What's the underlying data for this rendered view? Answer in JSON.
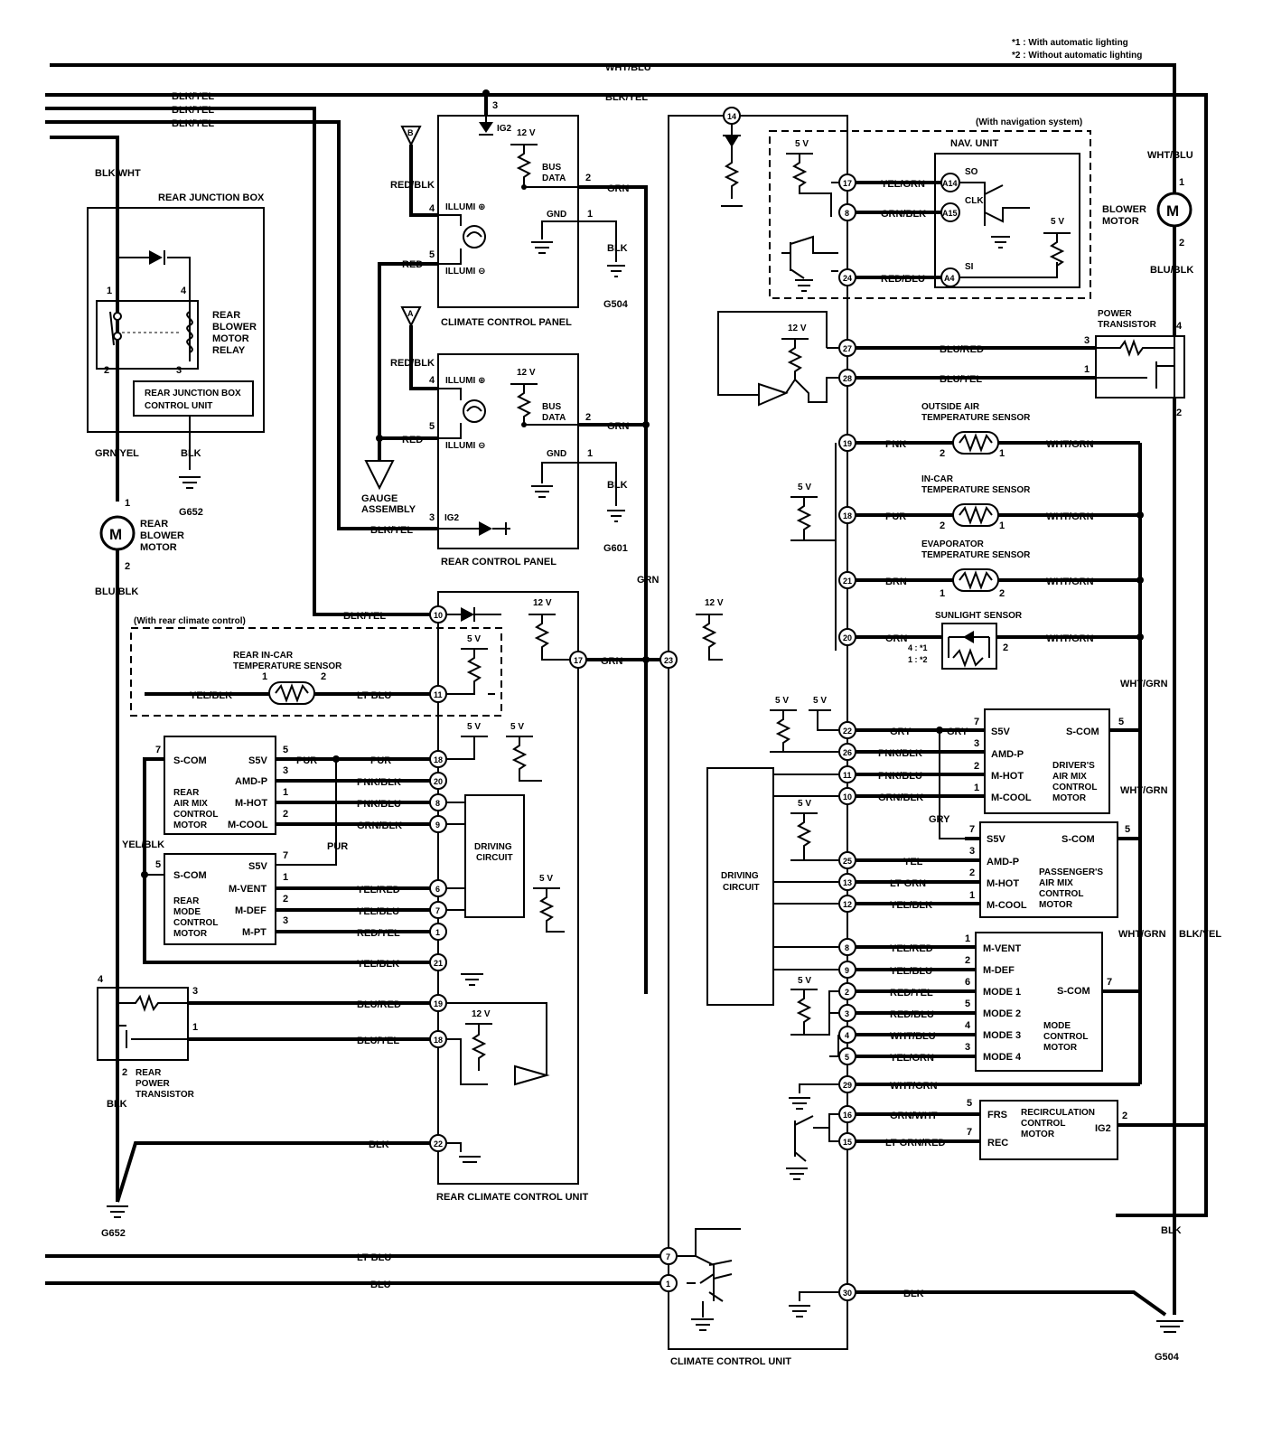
{
  "notes": [
    "*1 : With automatic lighting",
    "*2 : Without automatic lighting"
  ],
  "components": {
    "rear_junction_box": "REAR JUNCTION BOX",
    "relay": [
      "REAR",
      "BLOWER",
      "MOTOR",
      "RELAY"
    ],
    "jb_control_unit": [
      "REAR JUNCTION BOX",
      "CONTROL UNIT"
    ],
    "rear_blower_motor": [
      "REAR",
      "BLOWER",
      "MOTOR"
    ],
    "climate_panel": "CLIMATE CONTROL PANEL",
    "rear_panel": "REAR CONTROL PANEL",
    "gauge": [
      "GAUGE",
      "ASSEMBLY"
    ],
    "with_rear": "(With rear climate control)",
    "rear_incar": [
      "REAR IN-CAR",
      "TEMPERATURE SENSOR"
    ],
    "rear_airmix": [
      "REAR",
      "AIR MIX",
      "CONTROL",
      "MOTOR"
    ],
    "rear_mode": [
      "REAR",
      "MODE",
      "CONTROL",
      "MOTOR"
    ],
    "driving_circuit": [
      "DRIVING",
      "CIRCUIT"
    ],
    "rear_power_transistor": [
      "REAR",
      "POWER",
      "TRANSISTOR"
    ],
    "rear_ccu": "REAR CLIMATE CONTROL UNIT",
    "ccu": "CLIMATE CONTROL UNIT",
    "with_nav": "(With navigation system)",
    "nav_unit": "NAV. UNIT",
    "blower_motor": [
      "BLOWER",
      "MOTOR"
    ],
    "power_transistor": [
      "POWER",
      "TRANSISTOR"
    ],
    "outside_sensor": [
      "OUTSIDE AIR",
      "TEMPERATURE SENSOR"
    ],
    "incar_sensor": [
      "IN-CAR",
      "TEMPERATURE SENSOR"
    ],
    "evap_sensor": [
      "EVAPORATOR",
      "TEMPERATURE SENSOR"
    ],
    "sunlight_sensor": "SUNLIGHT SENSOR",
    "driver_airmix": [
      "DRIVER'S",
      "AIR MIX",
      "CONTROL",
      "MOTOR"
    ],
    "pass_airmix": [
      "PASSENGER'S",
      "AIR MIX",
      "CONTROL",
      "MOTOR"
    ],
    "mode_motor": [
      "MODE",
      "CONTROL",
      "MOTOR"
    ],
    "recirc_motor": [
      "RECIRCULATION",
      "CONTROL",
      "MOTOR"
    ]
  },
  "grounds": {
    "g652a": "G652",
    "g652b": "G652",
    "g504a": "G504",
    "g504b": "G504",
    "g601": "G601"
  },
  "connectors": {
    "a": "A",
    "b": "B"
  },
  "wires": {
    "wht_blu": "WHT/BLU",
    "blk_yel": "BLK/YEL",
    "blk_wht": "BLK/WHT",
    "grn_yel": "GRN/YEL",
    "blk": "BLK",
    "blu_blk": "BLU/BLK",
    "red_blk": "RED/BLK",
    "red": "RED",
    "grn": "GRN",
    "lt_blu": "LT BLU",
    "blu": "BLU",
    "yel_blk": "YEL/BLK",
    "pur": "PUR",
    "pnk_blk": "PNK/BLK",
    "pnk_blu": "PNK/BLU",
    "grn_blk": "GRN/BLK",
    "yel_red": "YEL/RED",
    "yel_blu": "YEL/BLU",
    "red_yel": "RED/YEL",
    "blu_red": "BLU/RED",
    "blu_yel": "BLU/YEL",
    "yel_grn": "YEL/GRN",
    "red_blu": "RED/BLU",
    "pnk": "PNK",
    "wht_grn": "WHT/GRN",
    "brn": "BRN",
    "orn": "ORN",
    "gry": "GRY",
    "yel": "YEL",
    "lt_grn": "LT GRN",
    "wht_blu2": "WHT/BLU",
    "grn_wht": "GRN/WHT",
    "lt_grn_red": "LT GRN/RED"
  },
  "panel": {
    "ig2": "IG2",
    "v12": "12 V",
    "v5": "5 V",
    "bus": [
      "BUS",
      "DATA"
    ],
    "gnd": "GND",
    "illum_p": "ILLUMI ⊕",
    "illum_n": "ILLUMI ⊖"
  },
  "motor_m": "M",
  "nav_pins": {
    "a14": "A14",
    "a15": "A15",
    "a4": "A4",
    "so": "SO",
    "clk": "CLK",
    "si": "SI"
  },
  "sun_pins": [
    "4 : *1",
    "1 : *2"
  ],
  "motor_pins": {
    "s5v": "S5V",
    "scom": "S-COM",
    "amdp": "AMD-P",
    "mhot": "M-HOT",
    "mcool": "M-COOL",
    "mvent": "M-VENT",
    "mdef": "M-DEF",
    "mpt": "M-PT",
    "mode1": "MODE 1",
    "mode2": "MODE 2",
    "mode3": "MODE 3",
    "mode4": "MODE 4",
    "frs": "FRS",
    "rec": "REC",
    "ig2": "IG2"
  }
}
